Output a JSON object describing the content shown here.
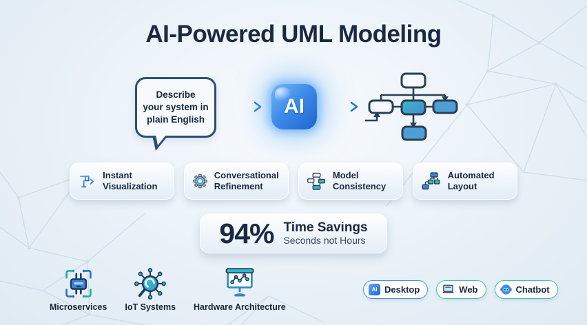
{
  "page": {
    "title": "AI-Powered UML Modeling"
  },
  "flow": {
    "speech_bubble_lines": [
      "Describe",
      "your system in",
      "plain English"
    ],
    "ai_chip_label": "AI"
  },
  "features": [
    {
      "label": "Instant Visualization",
      "icon": "diagram-cursor-icon"
    },
    {
      "label": "Conversational Refinement",
      "icon": "gear-icon"
    },
    {
      "label": "Model Consistency",
      "icon": "sync-boxes-icon"
    },
    {
      "label": "Automated Layout",
      "icon": "tree-layout-icon"
    }
  ],
  "stat": {
    "value": "94%",
    "title": "Time Savings",
    "subtitle": "Seconds not Hours"
  },
  "use_cases": [
    {
      "label": "Microservices",
      "icon": "microservices-icon"
    },
    {
      "label": "IoT Systems",
      "icon": "iot-network-icon"
    },
    {
      "label": "Hardware Architecture",
      "icon": "hardware-board-icon"
    }
  ],
  "platforms": [
    {
      "label": "Desktop",
      "icon": "ai-chip-icon",
      "icon_text": "AI"
    },
    {
      "label": "Web",
      "icon": "laptop-icon"
    },
    {
      "label": "Chatbot",
      "icon": "robot-icon"
    }
  ],
  "colors": {
    "accent_blue": "#2f6fc4",
    "accent_teal": "#3ab5c9",
    "accent_green": "#43bf9a",
    "navy_text": "#1a2940",
    "outline_navy": "#2a3f55"
  }
}
